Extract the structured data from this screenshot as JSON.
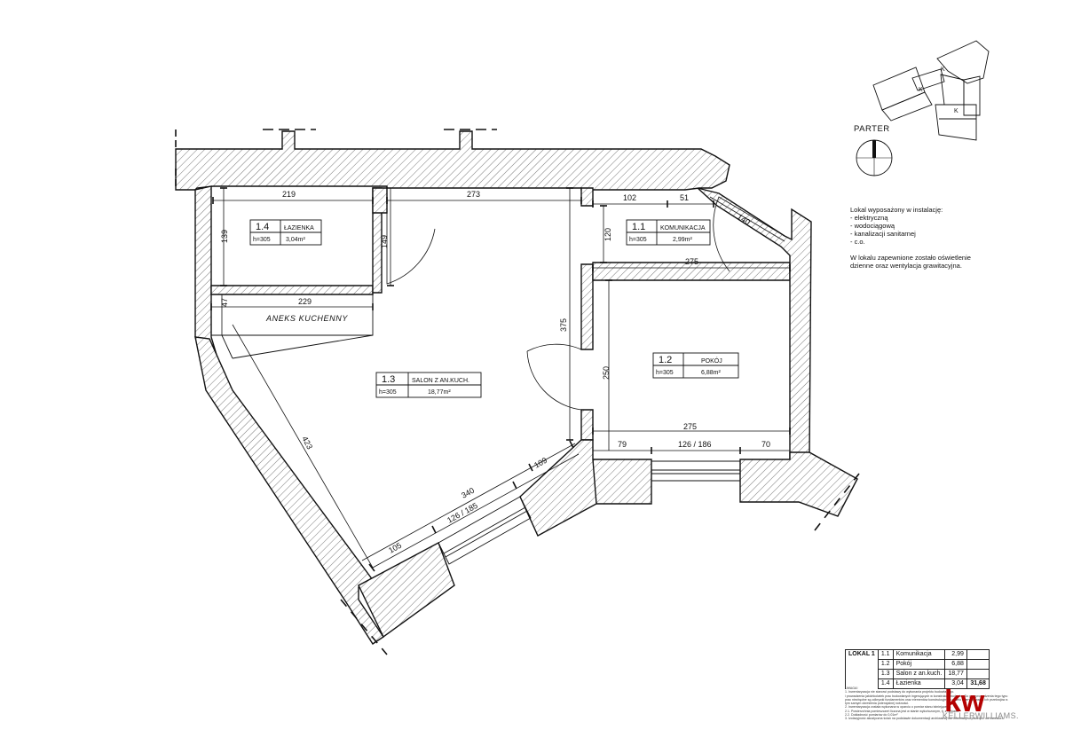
{
  "rooms": [
    {
      "num": "1.1",
      "name": "KOMUNIKACJA",
      "height": "h=305",
      "area": "2,99m²"
    },
    {
      "num": "1.2",
      "name": "POKÓJ",
      "height": "h=305",
      "area": "6,88m²"
    },
    {
      "num": "1.3",
      "name": "SALON Z AN.KUCH.",
      "height": "h=305",
      "area": "18,77m²"
    },
    {
      "num": "1.4",
      "name": "ŁAZIENKA",
      "height": "h=305",
      "area": "3,04m²"
    }
  ],
  "labels": {
    "aneks": "ANEKS KUCHENNY",
    "parter": "PARTER"
  },
  "dimensions": {
    "d219": "219",
    "d273": "273",
    "d102": "102",
    "d51": "51",
    "d140": "140",
    "d139": "139",
    "d149": "149",
    "d120": "120",
    "d275a": "275",
    "d229": "229",
    "d47": "47",
    "d375": "375",
    "d250": "250",
    "d275b": "275",
    "d79": "79",
    "d126_186": "126 / 186",
    "d70": "70",
    "d423": "423",
    "d340": "340",
    "d126_185": "126 / 185",
    "d109": "109",
    "d105": "105"
  },
  "keyplan": {
    "k1": "K",
    "k2": "K",
    "k3": "K"
  },
  "info": {
    "line1": "Lokal wyposażony w instalację:",
    "line2": "- elektryczną",
    "line3": "- wodociągową",
    "line4": "- kanalizacji sanitarnej",
    "line5": "- c.o.",
    "line6": "W lokalu zapewnione zostało oświetlenie",
    "line7": "dzienne oraz wentylacja grawitacyjna."
  },
  "summary": {
    "lokal": "LOKAL 1",
    "rows": [
      {
        "num": "1.1",
        "name": "Komunikacja",
        "area": "2,99"
      },
      {
        "num": "1.2",
        "name": "Pokój",
        "area": "6,88"
      },
      {
        "num": "1.3",
        "name": "Salon z an.kuch.",
        "area": "18,77"
      },
      {
        "num": "1.4",
        "name": "Łazienka",
        "area": "3,04"
      }
    ],
    "total": "31,68"
  },
  "notes": {
    "title": "UWAGA!",
    "n1": "1. Inwentaryzacja nie stanowi podstawy do wykonania projektu budowlanego.",
    "n2": "i prowadzenia jakichkolwiek prac budowlanych ingerujących w konstrukcję budynku. Do przeprowadzenia tego typu",
    "n3": "prac niezbędne są odkrywki fundamentów oraz elementów konstrukcyjnych w celu zweryfikowania ich przekrojów a",
    "n4": "tym samym określenia potencjalnej nośności.",
    "n5": "2. Inwentaryzacja została wykonana w oparciu o pomiar stanu istniejącego.",
    "n6": "2.1. Powierzchnia pomieszczeń liczona jest w stanie wykończonym, tj. z tynkami.",
    "n7": "2.2. Dokładność pomiarów do 0,01m²",
    "n8": "3. Izolacyjność akustyczna ścian na podstawie dokumentacji archiwalnej lub informacji uzyskanych od inwestora."
  },
  "brand": {
    "mark": "kw",
    "name": "KELLERWILLIAMS.",
    "color": "#b40101"
  }
}
